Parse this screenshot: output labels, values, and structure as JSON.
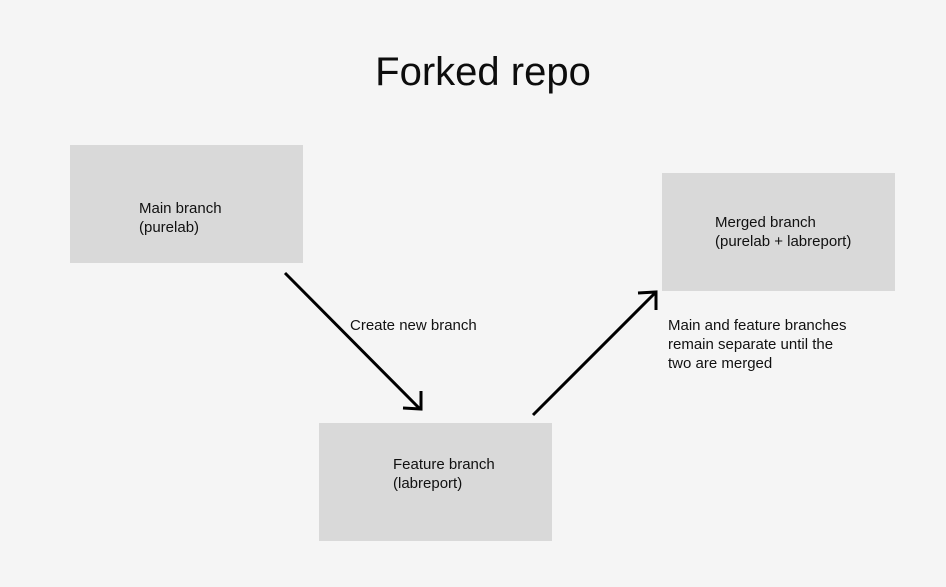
{
  "title": "Forked repo",
  "boxes": {
    "main": {
      "line1": "Main branch",
      "line2": "(purelab)"
    },
    "feature": {
      "line1": "Feature branch",
      "line2": "(labreport)"
    },
    "merged": {
      "line1": "Merged branch",
      "line2": "(purelab + labreport)"
    }
  },
  "labels": {
    "create_branch": "Create new branch",
    "note": {
      "line1": "Main and feature branches",
      "line2": "remain separate until the",
      "line3": "two are merged"
    }
  },
  "colors": {
    "background": "#f5f5f5",
    "box_fill": "#d9d9d9",
    "arrow": "#000000",
    "text": "#111111"
  }
}
